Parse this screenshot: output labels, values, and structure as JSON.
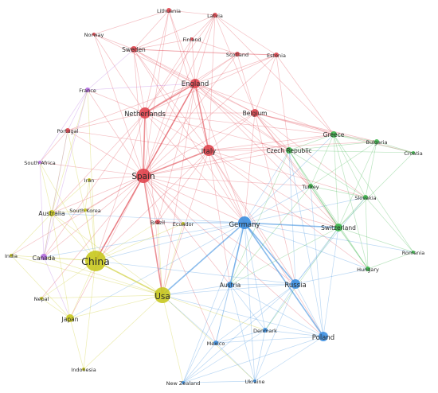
{
  "clusters": {
    "red": "#e0464f",
    "green": "#3bb54a",
    "blue": "#3d8fe0",
    "yellow": "#c8c81f",
    "purple": "#b36be0"
  },
  "nodes": [
    {
      "id": "Lithuania",
      "label": "Lithuania",
      "cluster": "red",
      "size": 3
    },
    {
      "id": "Latvia",
      "label": "Latvia",
      "cluster": "red",
      "size": 3
    },
    {
      "id": "Norway",
      "label": "Norway",
      "cluster": "red",
      "size": 2
    },
    {
      "id": "Finland",
      "label": "Finland",
      "cluster": "red",
      "size": 2
    },
    {
      "id": "Sweden",
      "label": "Sweden",
      "cluster": "red",
      "size": 4
    },
    {
      "id": "Scotland",
      "label": "Scotland",
      "cluster": "red",
      "size": 3
    },
    {
      "id": "Estonia",
      "label": "Estonia",
      "cluster": "red",
      "size": 3
    },
    {
      "id": "England",
      "label": "England",
      "cluster": "red",
      "size": 6
    },
    {
      "id": "France",
      "label": "France",
      "cluster": "purple",
      "size": 3
    },
    {
      "id": "Netherlands",
      "label": "Netherlands",
      "cluster": "red",
      "size": 7
    },
    {
      "id": "Belgium",
      "label": "Belgium",
      "cluster": "red",
      "size": 5
    },
    {
      "id": "Portugal",
      "label": "Portugal",
      "cluster": "red",
      "size": 3
    },
    {
      "id": "Greece",
      "label": "Greece",
      "cluster": "green",
      "size": 4
    },
    {
      "id": "Bulgaria",
      "label": "Bulgaria",
      "cluster": "green",
      "size": 3
    },
    {
      "id": "Italy",
      "label": "Italy",
      "cluster": "red",
      "size": 7
    },
    {
      "id": "Czech Republic",
      "label": "Czech Republic",
      "cluster": "green",
      "size": 4
    },
    {
      "id": "Croatia",
      "label": "Croatia",
      "cluster": "green",
      "size": 2
    },
    {
      "id": "South Africa",
      "label": "South Africa",
      "cluster": "purple",
      "size": 2
    },
    {
      "id": "Spain",
      "label": "Spain",
      "cluster": "red",
      "size": 9
    },
    {
      "id": "Iran",
      "label": "Iran",
      "cluster": "yellow",
      "size": 2
    },
    {
      "id": "Turkey",
      "label": "Turkey",
      "cluster": "green",
      "size": 3
    },
    {
      "id": "Slovakia",
      "label": "Slovakia",
      "cluster": "green",
      "size": 3
    },
    {
      "id": "South Korea",
      "label": "South Korea",
      "cluster": "yellow",
      "size": 2
    },
    {
      "id": "Australia",
      "label": "Australia",
      "cluster": "yellow",
      "size": 4
    },
    {
      "id": "Germany",
      "label": "Germany",
      "cluster": "blue",
      "size": 8
    },
    {
      "id": "Brazil",
      "label": "Brazil",
      "cluster": "red",
      "size": 3
    },
    {
      "id": "Ecuador",
      "label": "Ecuador",
      "cluster": "yellow",
      "size": 2
    },
    {
      "id": "Switzerland",
      "label": "Switzerland",
      "cluster": "green",
      "size": 5
    },
    {
      "id": "India",
      "label": "India",
      "cluster": "yellow",
      "size": 2
    },
    {
      "id": "Canada",
      "label": "Canada",
      "cluster": "purple",
      "size": 4
    },
    {
      "id": "China",
      "label": "China",
      "cluster": "yellow",
      "size": 13
    },
    {
      "id": "Romania",
      "label": "Romania",
      "cluster": "green",
      "size": 2
    },
    {
      "id": "Hungary",
      "label": "Hungary",
      "cluster": "green",
      "size": 3
    },
    {
      "id": "Austria",
      "label": "Austria",
      "cluster": "blue",
      "size": 4
    },
    {
      "id": "Russia",
      "label": "Russia",
      "cluster": "blue",
      "size": 6
    },
    {
      "id": "Nepal",
      "label": "Nepal",
      "cluster": "yellow",
      "size": 2
    },
    {
      "id": "Usa",
      "label": "Usa",
      "cluster": "yellow",
      "size": 10
    },
    {
      "id": "Japan",
      "label": "Japan",
      "cluster": "yellow",
      "size": 5
    },
    {
      "id": "Denmark",
      "label": "Denmark",
      "cluster": "blue",
      "size": 3
    },
    {
      "id": "Poland",
      "label": "Poland",
      "cluster": "blue",
      "size": 6
    },
    {
      "id": "Mexico",
      "label": "Mexico",
      "cluster": "blue",
      "size": 3
    },
    {
      "id": "Indonesia",
      "label": "Indonesia",
      "cluster": "yellow",
      "size": 2
    },
    {
      "id": "New Zealand",
      "label": "New Zealand",
      "cluster": "blue",
      "size": 2
    },
    {
      "id": "Ukraine",
      "label": "Ukraine",
      "cluster": "blue",
      "size": 2
    }
  ],
  "edges": [
    [
      "Spain",
      "Netherlands"
    ],
    [
      "Spain",
      "England"
    ],
    [
      "Spain",
      "Italy"
    ],
    [
      "Spain",
      "Sweden"
    ],
    [
      "Spain",
      "France"
    ],
    [
      "Spain",
      "Portugal"
    ],
    [
      "Spain",
      "China"
    ],
    [
      "Spain",
      "Usa"
    ],
    [
      "Spain",
      "Germany"
    ],
    [
      "Spain",
      "Belgium"
    ],
    [
      "Spain",
      "Australia"
    ],
    [
      "Spain",
      "Canada"
    ],
    [
      "Spain",
      "Brazil"
    ],
    [
      "Spain",
      "Iran"
    ],
    [
      "Spain",
      "South Africa"
    ],
    [
      "Spain",
      "Japan"
    ],
    [
      "Spain",
      "Scotland"
    ],
    [
      "Spain",
      "Estonia"
    ],
    [
      "Spain",
      "Latvia"
    ],
    [
      "Spain",
      "Lithuania"
    ],
    [
      "Spain",
      "Norway"
    ],
    [
      "Spain",
      "Finland"
    ],
    [
      "Spain",
      "Czech Republic"
    ],
    [
      "Spain",
      "Greece"
    ],
    [
      "Spain",
      "Austria"
    ],
    [
      "Spain",
      "Poland"
    ],
    [
      "Spain",
      "Russia"
    ],
    [
      "Spain",
      "Mexico"
    ],
    [
      "Spain",
      "South Korea"
    ],
    [
      "Spain",
      "Ecuador"
    ],
    [
      "Spain",
      "Switzerland"
    ],
    [
      "Spain",
      "India"
    ],
    [
      "Spain",
      "Nepal"
    ],
    [
      "Spain",
      "Turkey"
    ],
    [
      "Netherlands",
      "England"
    ],
    [
      "Netherlands",
      "Italy"
    ],
    [
      "Netherlands",
      "Sweden"
    ],
    [
      "Netherlands",
      "Belgium"
    ],
    [
      "Netherlands",
      "Germany"
    ],
    [
      "Netherlands",
      "China"
    ],
    [
      "Netherlands",
      "Usa"
    ],
    [
      "Netherlands",
      "Portugal"
    ],
    [
      "Netherlands",
      "France"
    ],
    [
      "Netherlands",
      "Lithuania"
    ],
    [
      "Netherlands",
      "Latvia"
    ],
    [
      "Netherlands",
      "Norway"
    ],
    [
      "Netherlands",
      "Finland"
    ],
    [
      "Netherlands",
      "Scotland"
    ],
    [
      "Netherlands",
      "Estonia"
    ],
    [
      "Netherlands",
      "Australia"
    ],
    [
      "Netherlands",
      "Canada"
    ],
    [
      "Netherlands",
      "Czech Republic"
    ],
    [
      "Netherlands",
      "Greece"
    ],
    [
      "England",
      "Italy"
    ],
    [
      "England",
      "Sweden"
    ],
    [
      "England",
      "Latvia"
    ],
    [
      "England",
      "Lithuania"
    ],
    [
      "England",
      "Finland"
    ],
    [
      "England",
      "Scotland"
    ],
    [
      "England",
      "Estonia"
    ],
    [
      "England",
      "Belgium"
    ],
    [
      "England",
      "Germany"
    ],
    [
      "England",
      "China"
    ],
    [
      "England",
      "Usa"
    ],
    [
      "England",
      "Brazil"
    ],
    [
      "England",
      "Portugal"
    ],
    [
      "England",
      "Norway"
    ],
    [
      "England",
      "Czech Republic"
    ],
    [
      "England",
      "Greece"
    ],
    [
      "England",
      "Switzerland"
    ],
    [
      "England",
      "Turkey"
    ],
    [
      "Italy",
      "Germany"
    ],
    [
      "Italy",
      "Belgium"
    ],
    [
      "Italy",
      "China"
    ],
    [
      "Italy",
      "Usa"
    ],
    [
      "Italy",
      "Czech Republic"
    ],
    [
      "Italy",
      "Greece"
    ],
    [
      "Italy",
      "Brazil"
    ],
    [
      "Italy",
      "Russia"
    ],
    [
      "Italy",
      "Poland"
    ],
    [
      "Italy",
      "Austria"
    ],
    [
      "Italy",
      "Latvia"
    ],
    [
      "Italy",
      "Lithuania"
    ],
    [
      "Italy",
      "Sweden"
    ],
    [
      "Italy",
      "Switzerland"
    ],
    [
      "Italy",
      "Slovakia"
    ],
    [
      "Italy",
      "Bulgaria"
    ],
    [
      "Italy",
      "Hungary"
    ],
    [
      "Italy",
      "Portugal"
    ],
    [
      "Sweden",
      "Latvia"
    ],
    [
      "Sweden",
      "Lithuania"
    ],
    [
      "Sweden",
      "Norway"
    ],
    [
      "Sweden",
      "Finland"
    ],
    [
      "Sweden",
      "Scotland"
    ],
    [
      "Sweden",
      "Estonia"
    ],
    [
      "Sweden",
      "Belgium"
    ],
    [
      "Sweden",
      "Germany"
    ],
    [
      "Sweden",
      "Czech Republic"
    ],
    [
      "Latvia",
      "Estonia"
    ],
    [
      "Latvia",
      "Lithuania"
    ],
    [
      "Latvia",
      "Finland"
    ],
    [
      "Latvia",
      "Belgium"
    ],
    [
      "Latvia",
      "Greece"
    ],
    [
      "Estonia",
      "Scotland"
    ],
    [
      "Estonia",
      "Belgium"
    ],
    [
      "Estonia",
      "Greece"
    ],
    [
      "Estonia",
      "Czech Republic"
    ],
    [
      "Belgium",
      "Germany"
    ],
    [
      "Belgium",
      "Czech Republic"
    ],
    [
      "Belgium",
      "Greece"
    ],
    [
      "Belgium",
      "Bulgaria"
    ],
    [
      "Belgium",
      "Switzerland"
    ],
    [
      "Belgium",
      "Turkey"
    ],
    [
      "Belgium",
      "Slovakia"
    ],
    [
      "Belgium",
      "Croatia"
    ],
    [
      "Belgium",
      "Russia"
    ],
    [
      "Germany",
      "China"
    ],
    [
      "Germany",
      "Usa"
    ],
    [
      "Germany",
      "Russia"
    ],
    [
      "Germany",
      "Austria"
    ],
    [
      "Germany",
      "Poland"
    ],
    [
      "Germany",
      "Denmark"
    ],
    [
      "Germany",
      "Mexico"
    ],
    [
      "Germany",
      "Ukraine"
    ],
    [
      "Germany",
      "New Zealand"
    ],
    [
      "Germany",
      "Switzerland"
    ],
    [
      "Germany",
      "Czech Republic"
    ],
    [
      "Germany",
      "Greece"
    ],
    [
      "Germany",
      "Turkey"
    ],
    [
      "Germany",
      "Slovakia"
    ],
    [
      "Germany",
      "Hungary"
    ],
    [
      "Germany",
      "Romania"
    ],
    [
      "Germany",
      "Brazil"
    ],
    [
      "Germany",
      "Ecuador"
    ],
    [
      "Germany",
      "Japan"
    ],
    [
      "Germany",
      "Canada"
    ],
    [
      "Germany",
      "Australia"
    ],
    [
      "Russia",
      "Austria"
    ],
    [
      "Russia",
      "Poland"
    ],
    [
      "Russia",
      "Denmark"
    ],
    [
      "Russia",
      "Mexico"
    ],
    [
      "Russia",
      "Ukraine"
    ],
    [
      "Russia",
      "Usa"
    ],
    [
      "Russia",
      "Switzerland"
    ],
    [
      "Russia",
      "Czech Republic"
    ],
    [
      "Russia",
      "Slovakia"
    ],
    [
      "Russia",
      "Hungary"
    ],
    [
      "Russia",
      "New Zealand"
    ],
    [
      "Russia",
      "China"
    ],
    [
      "Poland",
      "Austria"
    ],
    [
      "Poland",
      "Denmark"
    ],
    [
      "Poland",
      "Mexico"
    ],
    [
      "Poland",
      "Ukraine"
    ],
    [
      "Poland",
      "Usa"
    ],
    [
      "Poland",
      "Switzerland"
    ],
    [
      "Poland",
      "Czech Republic"
    ],
    [
      "Poland",
      "New Zealand"
    ],
    [
      "Poland",
      "Turkey"
    ],
    [
      "Austria",
      "Denmark"
    ],
    [
      "Austria",
      "Mexico"
    ],
    [
      "Austria",
      "Usa"
    ],
    [
      "Austria",
      "Ukraine"
    ],
    [
      "Austria",
      "New Zealand"
    ],
    [
      "Denmark",
      "Mexico"
    ],
    [
      "Denmark",
      "Ukraine"
    ],
    [
      "Denmark",
      "New Zealand"
    ],
    [
      "Mexico",
      "Usa"
    ],
    [
      "Mexico",
      "New Zealand"
    ],
    [
      "Mexico",
      "Ukraine"
    ],
    [
      "Ukraine",
      "New Zealand"
    ],
    [
      "Usa",
      "China"
    ],
    [
      "Usa",
      "Japan"
    ],
    [
      "Usa",
      "Canada"
    ],
    [
      "Usa",
      "Australia"
    ],
    [
      "Usa",
      "Nepal"
    ],
    [
      "Usa",
      "Indonesia"
    ],
    [
      "Usa",
      "New Zealand"
    ],
    [
      "Usa",
      "Brazil"
    ],
    [
      "Usa",
      "Ecuador"
    ],
    [
      "Usa",
      "India"
    ],
    [
      "Usa",
      "Ukraine"
    ],
    [
      "Usa",
      "Denmark"
    ],
    [
      "China",
      "Japan"
    ],
    [
      "China",
      "Australia"
    ],
    [
      "China",
      "Canada"
    ],
    [
      "China",
      "India"
    ],
    [
      "China",
      "Nepal"
    ],
    [
      "China",
      "Indonesia"
    ],
    [
      "China",
      "South Korea"
    ],
    [
      "China",
      "Iran"
    ],
    [
      "China",
      "Brazil"
    ],
    [
      "China",
      "Ecuador"
    ],
    [
      "China",
      "Portugal"
    ],
    [
      "China",
      "France"
    ],
    [
      "China",
      "South Africa"
    ],
    [
      "Australia",
      "Canada"
    ],
    [
      "Australia",
      "Japan"
    ],
    [
      "Australia",
      "South Africa"
    ],
    [
      "Australia",
      "France"
    ],
    [
      "Australia",
      "Portugal"
    ],
    [
      "Australia",
      "India"
    ],
    [
      "Australia",
      "South Korea"
    ],
    [
      "Australia",
      "Iran"
    ],
    [
      "Canada",
      "France"
    ],
    [
      "Canada",
      "South Africa"
    ],
    [
      "Canada",
      "Japan"
    ],
    [
      "Canada",
      "Portugal"
    ],
    [
      "France",
      "Portugal"
    ],
    [
      "France",
      "South Africa"
    ],
    [
      "France",
      "Sweden"
    ],
    [
      "France",
      "England"
    ],
    [
      "Japan",
      "Nepal"
    ],
    [
      "Japan",
      "Indonesia"
    ],
    [
      "Japan",
      "India"
    ],
    [
      "Czech Republic",
      "Greece"
    ],
    [
      "Czech Republic",
      "Switzerland"
    ],
    [
      "Czech Republic",
      "Slovakia"
    ],
    [
      "Czech Republic",
      "Turkey"
    ],
    [
      "Czech Republic",
      "Bulgaria"
    ],
    [
      "Czech Republic",
      "Hungary"
    ],
    [
      "Czech Republic",
      "Croatia"
    ],
    [
      "Czech Republic",
      "Austria"
    ],
    [
      "Greece",
      "Bulgaria"
    ],
    [
      "Greece",
      "Switzerland"
    ],
    [
      "Greece",
      "Slovakia"
    ],
    [
      "Greece",
      "Croatia"
    ],
    [
      "Greece",
      "Turkey"
    ],
    [
      "Greece",
      "Romania"
    ],
    [
      "Greece",
      "Hungary"
    ],
    [
      "Switzerland",
      "Slovakia"
    ],
    [
      "Switzerland",
      "Hungary"
    ],
    [
      "Switzerland",
      "Romania"
    ],
    [
      "Switzerland",
      "Turkey"
    ],
    [
      "Switzerland",
      "Bulgaria"
    ],
    [
      "Switzerland",
      "Croatia"
    ],
    [
      "Switzerland",
      "Austria"
    ],
    [
      "Switzerland",
      "Denmark"
    ],
    [
      "Slovakia",
      "Bulgaria"
    ],
    [
      "Slovakia",
      "Hungary"
    ],
    [
      "Slovakia",
      "Turkey"
    ],
    [
      "Slovakia",
      "Romania"
    ],
    [
      "Bulgaria",
      "Croatia"
    ],
    [
      "Bulgaria",
      "Turkey"
    ],
    [
      "Hungary",
      "Romania"
    ],
    [
      "Hungary",
      "Turkey"
    ],
    [
      "Turkey",
      "Austria"
    ],
    [
      "Scotland",
      "Finland"
    ],
    [
      "Scotland",
      "Belgium"
    ],
    [
      "Lithuania",
      "Norway"
    ],
    [
      "Brazil",
      "Ecuador"
    ],
    [
      "Iran",
      "South Korea"
    ],
    [
      "Portugal",
      "South Africa"
    ]
  ],
  "heavy_edges": [
    [
      "Spain",
      "Netherlands"
    ],
    [
      "Spain",
      "Italy"
    ],
    [
      "Spain",
      "England"
    ],
    [
      "Spain",
      "China"
    ],
    [
      "Spain",
      "Usa"
    ],
    [
      "Germany",
      "Russia"
    ],
    [
      "Germany",
      "Austria"
    ],
    [
      "Germany",
      "Poland"
    ],
    [
      "Germany",
      "Usa"
    ],
    [
      "China",
      "Usa"
    ],
    [
      "Netherlands",
      "England"
    ],
    [
      "Italy",
      "England"
    ],
    [
      "Germany",
      "Switzerland"
    ]
  ]
}
